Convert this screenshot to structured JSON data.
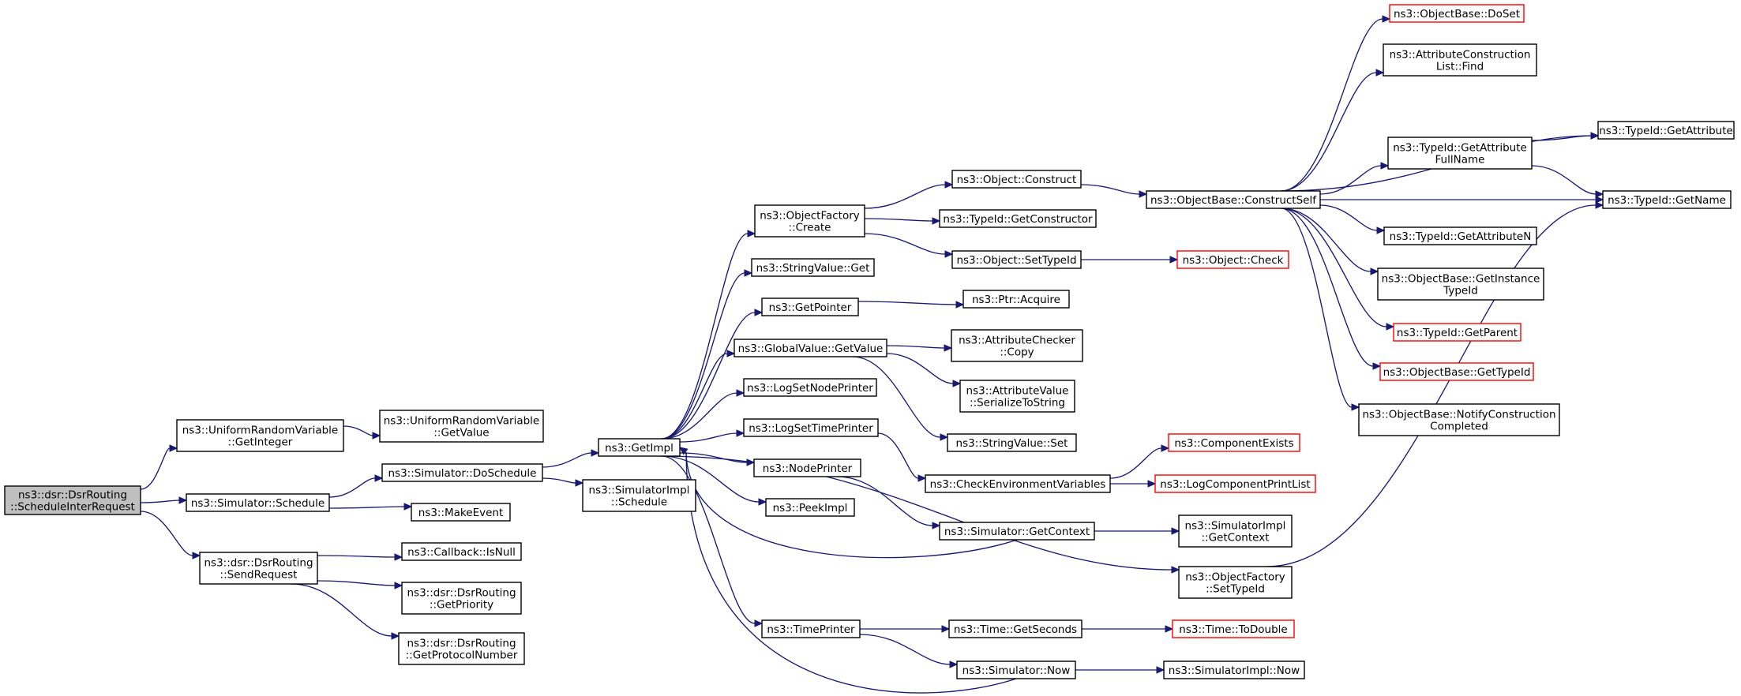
{
  "colors": {
    "edge": "#191970",
    "node_border": "#000000",
    "truncated_border": "#ff0000",
    "root_fill": "#bfbfbf",
    "node_fill": "#ffffff"
  },
  "nodes": [
    {
      "id": "root",
      "label": "ns3::dsr::DsrRouting\n::ScheduleInterRequest",
      "style": "root"
    },
    {
      "id": "urv_getint",
      "label": "ns3::UniformRandomVariable\n::GetInteger",
      "style": "normal"
    },
    {
      "id": "urv_getval",
      "label": "ns3::UniformRandomVariable\n::GetValue",
      "style": "normal"
    },
    {
      "id": "sim_schedule",
      "label": "ns3::Simulator::Schedule",
      "style": "normal"
    },
    {
      "id": "sim_doschedule",
      "label": "ns3::Simulator::DoSchedule",
      "style": "normal"
    },
    {
      "id": "makeevent",
      "label": "ns3::MakeEvent",
      "style": "normal"
    },
    {
      "id": "dsr_sendreq",
      "label": "ns3::dsr::DsrRouting\n::SendRequest",
      "style": "normal"
    },
    {
      "id": "cb_isnull",
      "label": "ns3::Callback::IsNull",
      "style": "normal"
    },
    {
      "id": "dsr_getprio",
      "label": "ns3::dsr::DsrRouting\n::GetPriority",
      "style": "normal"
    },
    {
      "id": "dsr_getproto",
      "label": "ns3::dsr::DsrRouting\n::GetProtocolNumber",
      "style": "normal"
    },
    {
      "id": "getimpl",
      "label": "ns3::GetImpl",
      "style": "normal"
    },
    {
      "id": "simimpl_schedule",
      "label": "ns3::SimulatorImpl\n::Schedule",
      "style": "normal"
    },
    {
      "id": "objfactory_create",
      "label": "ns3::ObjectFactory\n::Create",
      "style": "normal"
    },
    {
      "id": "stringvalue_get",
      "label": "ns3::StringValue::Get",
      "style": "normal"
    },
    {
      "id": "getpointer",
      "label": "ns3::GetPointer",
      "style": "normal"
    },
    {
      "id": "globalvalue_getvalue",
      "label": "ns3::GlobalValue::GetValue",
      "style": "normal"
    },
    {
      "id": "logsetnodeprinter",
      "label": "ns3::LogSetNodePrinter",
      "style": "normal"
    },
    {
      "id": "logsettimeprinter",
      "label": "ns3::LogSetTimePrinter",
      "style": "normal"
    },
    {
      "id": "nodeprinter",
      "label": "ns3::NodePrinter",
      "style": "normal"
    },
    {
      "id": "peekimpl",
      "label": "ns3::PeekImpl",
      "style": "normal"
    },
    {
      "id": "timeprinter",
      "label": "ns3::TimePrinter",
      "style": "normal"
    },
    {
      "id": "object_construct",
      "label": "ns3::Object::Construct",
      "style": "normal"
    },
    {
      "id": "typeid_getconstructor",
      "label": "ns3::TypeId::GetConstructor",
      "style": "normal"
    },
    {
      "id": "object_settypeid",
      "label": "ns3::Object::SetTypeId",
      "style": "normal"
    },
    {
      "id": "ptr_acquire",
      "label": "ns3::Ptr::Acquire",
      "style": "normal"
    },
    {
      "id": "attrchecker_copy",
      "label": "ns3::AttributeChecker\n::Copy",
      "style": "normal"
    },
    {
      "id": "attrvalue_serialize",
      "label": "ns3::AttributeValue\n::SerializeToString",
      "style": "normal"
    },
    {
      "id": "stringvalue_set",
      "label": "ns3::StringValue::Set",
      "style": "normal"
    },
    {
      "id": "checkenv",
      "label": "ns3::CheckEnvironmentVariables",
      "style": "normal"
    },
    {
      "id": "sim_getcontext",
      "label": "ns3::Simulator::GetContext",
      "style": "normal"
    },
    {
      "id": "time_getseconds",
      "label": "ns3::Time::GetSeconds",
      "style": "normal"
    },
    {
      "id": "sim_now",
      "label": "ns3::Simulator::Now",
      "style": "normal"
    },
    {
      "id": "objbase_constructself",
      "label": "ns3::ObjectBase::ConstructSelf",
      "style": "normal"
    },
    {
      "id": "object_check",
      "label": "ns3::Object::Check",
      "style": "truncated"
    },
    {
      "id": "componentexists",
      "label": "ns3::ComponentExists",
      "style": "truncated"
    },
    {
      "id": "logcomponentprintlist",
      "label": "ns3::LogComponentPrintList",
      "style": "truncated"
    },
    {
      "id": "simimpl_getcontext",
      "label": "ns3::SimulatorImpl\n::GetContext",
      "style": "normal"
    },
    {
      "id": "objfactory_settypeid",
      "label": "ns3::ObjectFactory\n::SetTypeId",
      "style": "normal"
    },
    {
      "id": "time_todouble",
      "label": "ns3::Time::ToDouble",
      "style": "truncated"
    },
    {
      "id": "simimpl_now",
      "label": "ns3::SimulatorImpl::Now",
      "style": "normal"
    },
    {
      "id": "objbase_doset",
      "label": "ns3::ObjectBase::DoSet",
      "style": "truncated"
    },
    {
      "id": "attrconstrlist_find",
      "label": "ns3::AttributeConstruction\nList::Find",
      "style": "normal"
    },
    {
      "id": "typeid_getattrfullname",
      "label": "ns3::TypeId::GetAttribute\nFullName",
      "style": "normal"
    },
    {
      "id": "typeid_getattrn",
      "label": "ns3::TypeId::GetAttributeN",
      "style": "normal"
    },
    {
      "id": "objbase_getinstancetypeid",
      "label": "ns3::ObjectBase::GetInstance\nTypeId",
      "style": "normal"
    },
    {
      "id": "typeid_getparent",
      "label": "ns3::TypeId::GetParent",
      "style": "truncated"
    },
    {
      "id": "objbase_gettypeid",
      "label": "ns3::ObjectBase::GetTypeId",
      "style": "truncated"
    },
    {
      "id": "objbase_notify",
      "label": "ns3::ObjectBase::NotifyConstruction\nCompleted",
      "style": "normal"
    },
    {
      "id": "typeid_getattribute",
      "label": "ns3::TypeId::GetAttribute",
      "style": "normal"
    },
    {
      "id": "typeid_getname",
      "label": "ns3::TypeId::GetName",
      "style": "normal"
    }
  ],
  "edges": [
    [
      "root",
      "urv_getint"
    ],
    [
      "root",
      "sim_schedule"
    ],
    [
      "root",
      "dsr_sendreq"
    ],
    [
      "urv_getint",
      "urv_getval"
    ],
    [
      "sim_schedule",
      "sim_doschedule"
    ],
    [
      "sim_schedule",
      "makeevent"
    ],
    [
      "sim_doschedule",
      "getimpl"
    ],
    [
      "sim_doschedule",
      "simimpl_schedule"
    ],
    [
      "dsr_sendreq",
      "cb_isnull"
    ],
    [
      "dsr_sendreq",
      "dsr_getprio"
    ],
    [
      "dsr_sendreq",
      "dsr_getproto"
    ],
    [
      "getimpl",
      "objfactory_create"
    ],
    [
      "getimpl",
      "stringvalue_get"
    ],
    [
      "getimpl",
      "getpointer"
    ],
    [
      "getimpl",
      "globalvalue_getvalue"
    ],
    [
      "getimpl",
      "logsetnodeprinter"
    ],
    [
      "getimpl",
      "logsettimeprinter"
    ],
    [
      "getimpl",
      "nodeprinter"
    ],
    [
      "getimpl",
      "peekimpl"
    ],
    [
      "getimpl",
      "timeprinter"
    ],
    [
      "getimpl",
      "objfactory_settypeid"
    ],
    [
      "objfactory_create",
      "object_construct"
    ],
    [
      "objfactory_create",
      "typeid_getconstructor"
    ],
    [
      "objfactory_create",
      "object_settypeid"
    ],
    [
      "getpointer",
      "ptr_acquire"
    ],
    [
      "globalvalue_getvalue",
      "attrchecker_copy"
    ],
    [
      "globalvalue_getvalue",
      "attrvalue_serialize"
    ],
    [
      "globalvalue_getvalue",
      "stringvalue_set"
    ],
    [
      "logsettimeprinter",
      "checkenv"
    ],
    [
      "nodeprinter",
      "sim_getcontext"
    ],
    [
      "sim_getcontext",
      "getimpl"
    ],
    [
      "sim_getcontext",
      "simimpl_getcontext"
    ],
    [
      "timeprinter",
      "time_getseconds"
    ],
    [
      "timeprinter",
      "sim_now"
    ],
    [
      "sim_now",
      "getimpl"
    ],
    [
      "sim_now",
      "simimpl_now"
    ],
    [
      "time_getseconds",
      "time_todouble"
    ],
    [
      "object_construct",
      "objbase_constructself"
    ],
    [
      "object_settypeid",
      "object_check"
    ],
    [
      "checkenv",
      "componentexists"
    ],
    [
      "checkenv",
      "logcomponentprintlist"
    ],
    [
      "objfactory_settypeid",
      "typeid_getname"
    ],
    [
      "objbase_constructself",
      "objbase_doset"
    ],
    [
      "objbase_constructself",
      "attrconstrlist_find"
    ],
    [
      "objbase_constructself",
      "typeid_getattribute"
    ],
    [
      "objbase_constructself",
      "typeid_getattrfullname"
    ],
    [
      "objbase_constructself",
      "typeid_getname"
    ],
    [
      "objbase_constructself",
      "typeid_getattrn"
    ],
    [
      "objbase_constructself",
      "objbase_getinstancetypeid"
    ],
    [
      "objbase_constructself",
      "typeid_getparent"
    ],
    [
      "objbase_constructself",
      "objbase_gettypeid"
    ],
    [
      "objbase_constructself",
      "objbase_notify"
    ],
    [
      "typeid_getattrfullname",
      "typeid_getattribute"
    ],
    [
      "typeid_getattrfullname",
      "typeid_getname"
    ]
  ]
}
